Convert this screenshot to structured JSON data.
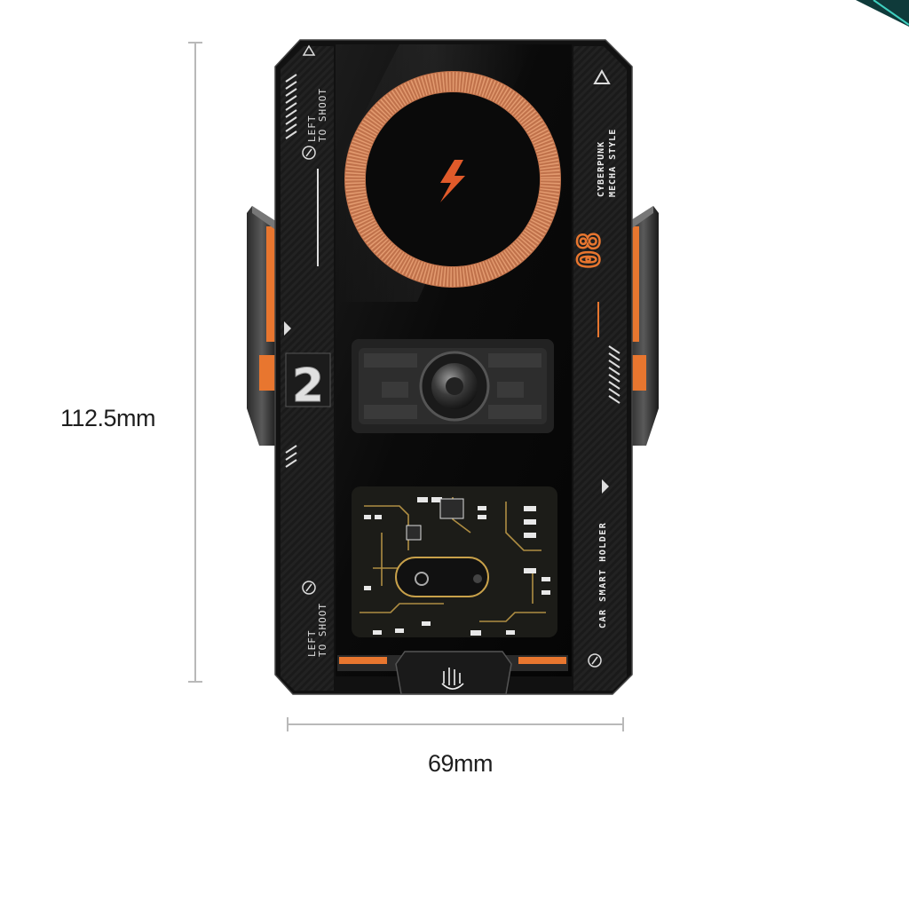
{
  "dimensions": {
    "height_label": "112.5mm",
    "width_label": "69mm"
  },
  "device": {
    "side_text_top": "LEFT\nTO SHOOT",
    "side_text_bottom": "LEFT\nTO SHOOT",
    "number_badge": "2",
    "model_number": "08",
    "style_line1": "CYBERPUNK",
    "style_line2": "MECHA STYLE",
    "product_line": "CAR SMART HOLDER"
  },
  "colors": {
    "body": "#161616",
    "accent_orange": "#e8762f",
    "copper": "#d4845a",
    "pcb": "#1c1c18"
  },
  "icons": [
    "lightning-icon",
    "triangle-icon",
    "power-icon",
    "hand-icon"
  ]
}
